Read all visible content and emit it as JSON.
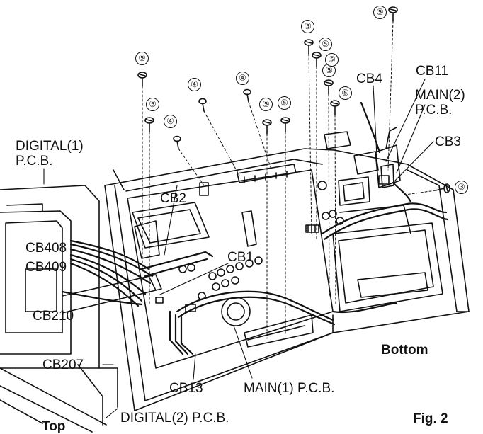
{
  "labels": {
    "digital1": "DIGITAL(1)\nP.C.B.",
    "cb2": "CB2",
    "cb408": "CB408",
    "cb409": "CB409",
    "cb1": "CB1",
    "cb210": "CB210",
    "cb207": "CB207",
    "cb13": "CB13",
    "main1": "MAIN(1) P.C.B.",
    "digital2": "DIGITAL(2) P.C.B.",
    "top": "Top",
    "bottom": "Bottom",
    "fig": "Fig. 2",
    "cb4": "CB4",
    "cb11": "CB11",
    "main2": "MAIN(2)\nP.C.B.",
    "cb3": "CB3"
  },
  "screw_callouts": [
    "⑤",
    "⑤",
    "④",
    "④",
    "④",
    "⑤",
    "⑤",
    "⑤",
    "⑤",
    "⑤",
    "⑤",
    "⑤",
    "⑤",
    "③"
  ]
}
